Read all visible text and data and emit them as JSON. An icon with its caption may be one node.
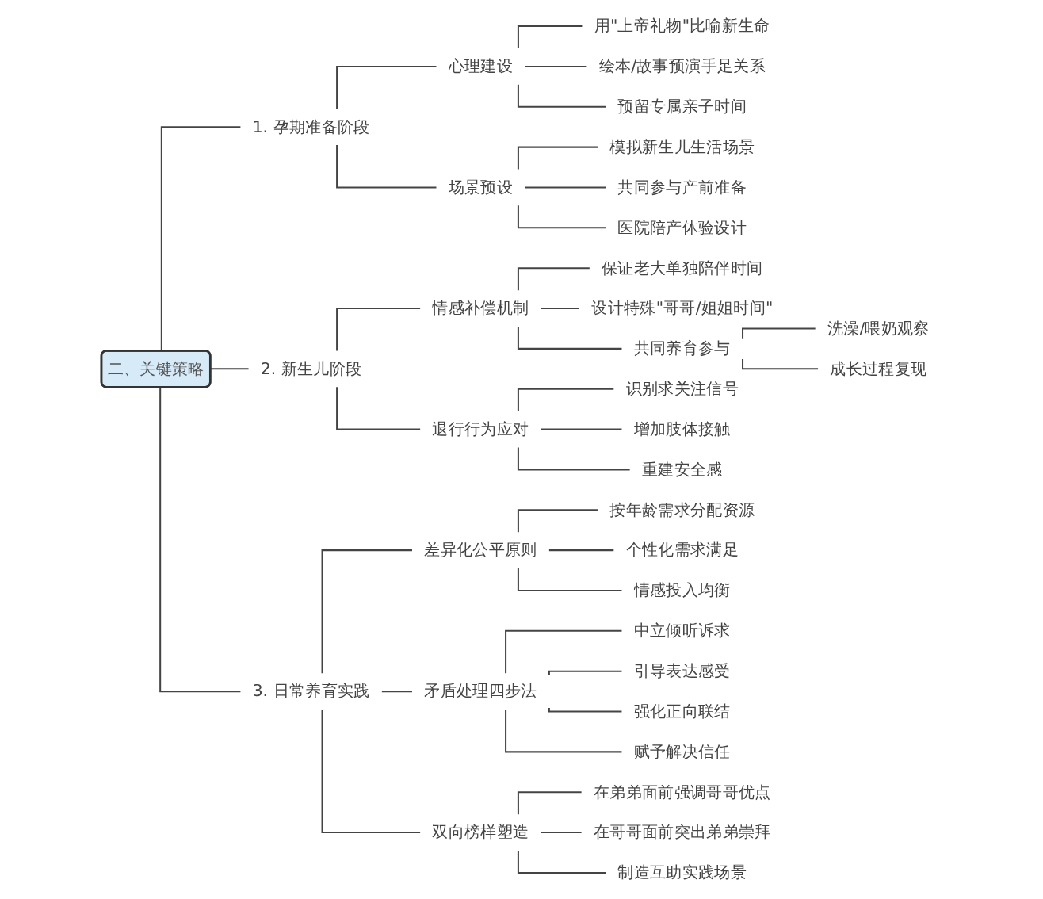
{
  "diagram": {
    "nodes": [
      {
        "text": [
          "二、关键策略"
        ]
      },
      {
        "text": [
          "1. 孕期准备阶段"
        ]
      },
      {
        "text": [
          "心理建设"
        ]
      },
      {
        "text": [
          "用\"上帝礼物\"比喻新生命"
        ]
      },
      {
        "text": [
          "绘本/故事预演手足关系"
        ]
      },
      {
        "text": [
          "预留专属亲子时间"
        ]
      },
      {
        "text": [
          "场景预设"
        ]
      },
      {
        "text": [
          "模拟新生儿生活场景"
        ]
      },
      {
        "text": [
          "共同参与产前准备"
        ]
      },
      {
        "text": [
          "医院陪产体验设计"
        ]
      },
      {
        "text": [
          "2. 新生儿阶段"
        ]
      },
      {
        "text": [
          "情感补偿机制"
        ]
      },
      {
        "text": [
          "保证老大单独陪伴时间"
        ]
      },
      {
        "text": [
          "设计特殊\"哥哥/姐姐时间\""
        ]
      },
      {
        "text": [
          "共同养育参与"
        ]
      },
      {
        "text": [
          "洗澡/喂奶观察"
        ]
      },
      {
        "text": [
          "成长过程复现"
        ]
      },
      {
        "text": [
          "退行行为应对"
        ]
      },
      {
        "text": [
          "识别求关注信号"
        ]
      },
      {
        "text": [
          "增加肢体接触"
        ]
      },
      {
        "text": [
          "重建安全感"
        ]
      },
      {
        "text": [
          "3. 日常养育实践"
        ]
      },
      {
        "text": [
          "差异化公平原则"
        ]
      },
      {
        "text": [
          "按年龄需求分配资源"
        ]
      },
      {
        "text": [
          "个性化需求满足"
        ]
      },
      {
        "text": [
          "情感投入均衡"
        ]
      },
      {
        "text": [
          "矛盾处理四步法"
        ]
      },
      {
        "text": [
          "中立倾听诉求"
        ]
      },
      {
        "text": [
          "引导表达感受"
        ]
      },
      {
        "text": [
          "强化正向联结"
        ]
      },
      {
        "text": [
          "赋予解决信任"
        ]
      },
      {
        "text": [
          "双向榜样塑造"
        ]
      },
      {
        "text": [
          "在弟弟面前强调哥哥优点"
        ]
      },
      {
        "text": [
          "在哥哥面前突出弟弟崇拜"
        ]
      },
      {
        "text": [
          "制造互助实践场景"
        ]
      }
    ],
    "edges": [
      {
        "from": 0,
        "to": 1,
        "arrow": "none"
      },
      {
        "from": 1,
        "to": 2,
        "arrow": "none"
      },
      {
        "from": 2,
        "to": 3,
        "arrow": "none"
      },
      {
        "from": 2,
        "to": 4,
        "arrow": "none"
      },
      {
        "from": 2,
        "to": 5,
        "arrow": "none"
      },
      {
        "from": 1,
        "to": 6,
        "arrow": "none"
      },
      {
        "from": 6,
        "to": 7,
        "arrow": "none"
      },
      {
        "from": 6,
        "to": 8,
        "arrow": "none"
      },
      {
        "from": 6,
        "to": 9,
        "arrow": "none"
      },
      {
        "from": 0,
        "to": 10,
        "arrow": "none"
      },
      {
        "from": 10,
        "to": 11,
        "arrow": "none"
      },
      {
        "from": 11,
        "to": 12,
        "arrow": "none"
      },
      {
        "from": 11,
        "to": 13,
        "arrow": "none"
      },
      {
        "from": 11,
        "to": 14,
        "arrow": "none"
      },
      {
        "from": 14,
        "to": 15,
        "arrow": "none"
      },
      {
        "from": 14,
        "to": 16,
        "arrow": "none"
      },
      {
        "from": 10,
        "to": 17,
        "arrow": "none"
      },
      {
        "from": 17,
        "to": 18,
        "arrow": "none"
      },
      {
        "from": 17,
        "to": 19,
        "arrow": "none"
      },
      {
        "from": 17,
        "to": 20,
        "arrow": "none"
      },
      {
        "from": 0,
        "to": 21,
        "arrow": "none"
      },
      {
        "from": 21,
        "to": 22,
        "arrow": "none"
      },
      {
        "from": 22,
        "to": 23,
        "arrow": "none"
      },
      {
        "from": 22,
        "to": 24,
        "arrow": "none"
      },
      {
        "from": 22,
        "to": 25,
        "arrow": "none"
      },
      {
        "from": 21,
        "to": 26,
        "arrow": "none"
      },
      {
        "from": 26,
        "to": 27,
        "arrow": "none"
      },
      {
        "from": 26,
        "to": 28,
        "arrow": "none"
      },
      {
        "from": 26,
        "to": 29,
        "arrow": "none"
      },
      {
        "from": 26,
        "to": 30,
        "arrow": "none"
      },
      {
        "from": 21,
        "to": 31,
        "arrow": "none"
      },
      {
        "from": 31,
        "to": 32,
        "arrow": "none"
      },
      {
        "from": 31,
        "to": 33,
        "arrow": "none"
      },
      {
        "from": 31,
        "to": 34,
        "arrow": "none"
      }
    ]
  }
}
